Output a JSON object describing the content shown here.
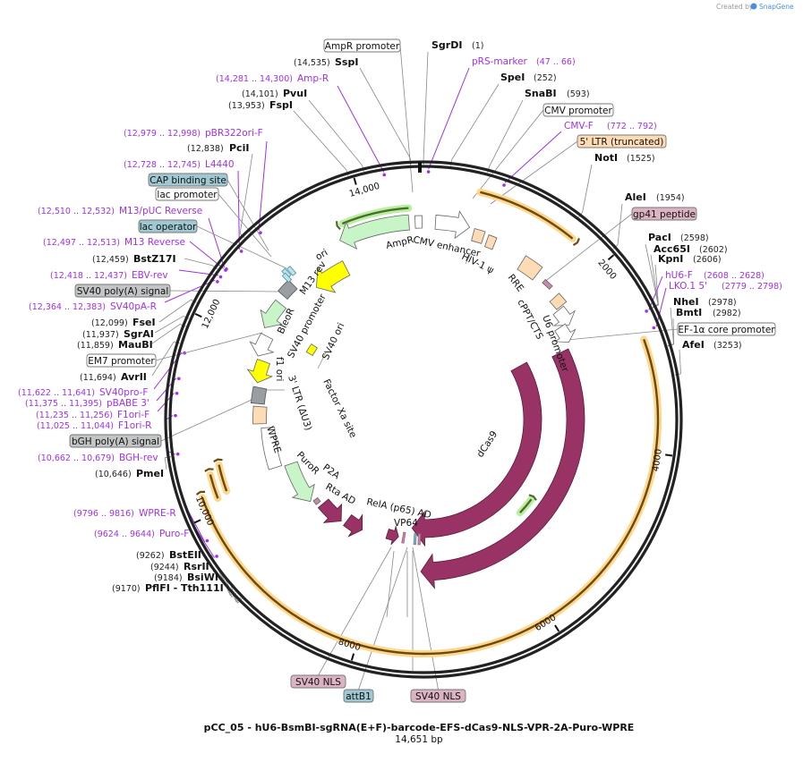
{
  "watermark": {
    "created_by": "Created by",
    "brand": "SnapGene"
  },
  "map": {
    "title": "pCC_05 - hU6-BsmBI-sgRNA(E+F)-barcode-EFS-dCas9-NLS-VPR-2A-Puro-WPRE",
    "length": "14,651 bp"
  },
  "ticks": [
    "2000",
    "4000",
    "6000",
    "8000",
    "10,000",
    "12,000",
    "14,000"
  ],
  "enzymes": [
    {
      "name": "SgrDI",
      "pos": "(1)"
    },
    {
      "name": "SpeI",
      "pos": "(252)"
    },
    {
      "name": "SnaBI",
      "pos": "(593)"
    },
    {
      "name": "NotI",
      "pos": "(1525)"
    },
    {
      "name": "AleI",
      "pos": "(1954)"
    },
    {
      "name": "PacI",
      "pos": "(2598)"
    },
    {
      "name": "Acc65I",
      "pos": "(2602)"
    },
    {
      "name": "KpnI",
      "pos": "(2606)"
    },
    {
      "name": "NheI",
      "pos": "(2978)"
    },
    {
      "name": "BmtI",
      "pos": "(2982)"
    },
    {
      "name": "AfeI",
      "pos": "(3253)"
    },
    {
      "name": "SspI",
      "pos": "(14,535)"
    },
    {
      "name": "PvuI",
      "pos": "(14,101)"
    },
    {
      "name": "FspI",
      "pos": "(13,953)"
    },
    {
      "name": "PciI",
      "pos": "(12,838)"
    },
    {
      "name": "BstZ17I",
      "pos": "(12,459)"
    },
    {
      "name": "FseI",
      "pos": "(12,099)"
    },
    {
      "name": "SgrAI",
      "pos": "(11,937)"
    },
    {
      "name": "MauBI",
      "pos": "(11,859)"
    },
    {
      "name": "AvrII",
      "pos": "(11,694)"
    },
    {
      "name": "PmeI",
      "pos": "(10,646)"
    },
    {
      "name": "BstEII",
      "pos": "(9262)"
    },
    {
      "name": "RsrII",
      "pos": "(9244)"
    },
    {
      "name": "BsiWI",
      "pos": "(9184)"
    },
    {
      "name": "PflFI  - Tth111I",
      "pos": "(9170)"
    }
  ],
  "primers": [
    {
      "name": "pRS-marker",
      "range": "(47 .. 66)"
    },
    {
      "name": "CMV-F",
      "range": "(772 .. 792)"
    },
    {
      "name": "hU6-F",
      "range": "(2608 .. 2628)"
    },
    {
      "name": "LKO.1 5'",
      "range": "(2779 .. 2798)"
    },
    {
      "name": "Amp-R",
      "range": "(14,281 .. 14,300)"
    },
    {
      "name": "pBR322ori-F",
      "range": "(12,979 .. 12,998)"
    },
    {
      "name": "L4440",
      "range": "(12,728 .. 12,745)"
    },
    {
      "name": "M13/pUC Reverse",
      "range": "(12,510 .. 12,532)"
    },
    {
      "name": "M13 Reverse",
      "range": "(12,497 .. 12,513)"
    },
    {
      "name": "EBV-rev",
      "range": "(12,418 .. 12,437)"
    },
    {
      "name": "SV40pA-R",
      "range": "(12,364 .. 12,383)"
    },
    {
      "name": "SV40pro-F",
      "range": "(11,622 .. 11,641)"
    },
    {
      "name": "pBABE 3'",
      "range": "(11,375 .. 11,395)"
    },
    {
      "name": "F1ori-F",
      "range": "(11,235 .. 11,256)"
    },
    {
      "name": "F1ori-R",
      "range": "(11,025 .. 11,044)"
    },
    {
      "name": "BGH-rev",
      "range": "(10,662 .. 10,679)"
    },
    {
      "name": "WPRE-R",
      "range": "(9796 .. 9816)"
    },
    {
      "name": "Puro-F",
      "range": "(9624 .. 9644)"
    }
  ],
  "boxed_features": [
    {
      "name": "AmpR promoter",
      "color": "#ffffff"
    },
    {
      "name": "CMV promoter",
      "color": "#ffffff"
    },
    {
      "name": "5' LTR (truncated)",
      "color": "#fddcb5"
    },
    {
      "name": "CAP binding site",
      "color": "#9fc8d2"
    },
    {
      "name": "lac promoter",
      "color": "#ffffff"
    },
    {
      "name": "gp41 peptide",
      "color": "#dbb3c3"
    },
    {
      "name": "lac operator",
      "color": "#9fc8d2"
    },
    {
      "name": "SV40 poly(A) signal",
      "color": "#c2c4c6"
    },
    {
      "name": "EF-1α core promoter",
      "color": "#ffffff"
    },
    {
      "name": "EM7 promoter",
      "color": "#ffffff"
    },
    {
      "name": "bGH poly(A) signal",
      "color": "#c2c4c6"
    },
    {
      "name": "SV40 NLS",
      "color": "#dbb3c3"
    },
    {
      "name": "attB1",
      "color": "#9fc8d2"
    },
    {
      "name": "SV40 NLS",
      "color": "#dbb3c3"
    }
  ],
  "inner_features": [
    "AmpR",
    "CMV enhancer",
    "HIV-1 ψ",
    "RRE",
    "cPPT/CTS",
    "U6 promoter",
    "ori",
    "M13 rev",
    "SV40 promoter",
    "BleoR",
    "SV40 ori",
    "f1 ori",
    "3' LTR (ΔU3)",
    "Factor Xa site",
    "WPRE",
    "PuroR",
    "P2A",
    "Rta AD",
    "RelA (p65) AD",
    "VP64",
    "dCas9",
    "Cas9"
  ],
  "colors": {
    "primer": "#a030ee",
    "backbone": "#222222",
    "cas9": "#993366",
    "resistance": "#c8f5c8",
    "ori": "#ffff00",
    "orf_glow": "#ffd68a"
  }
}
